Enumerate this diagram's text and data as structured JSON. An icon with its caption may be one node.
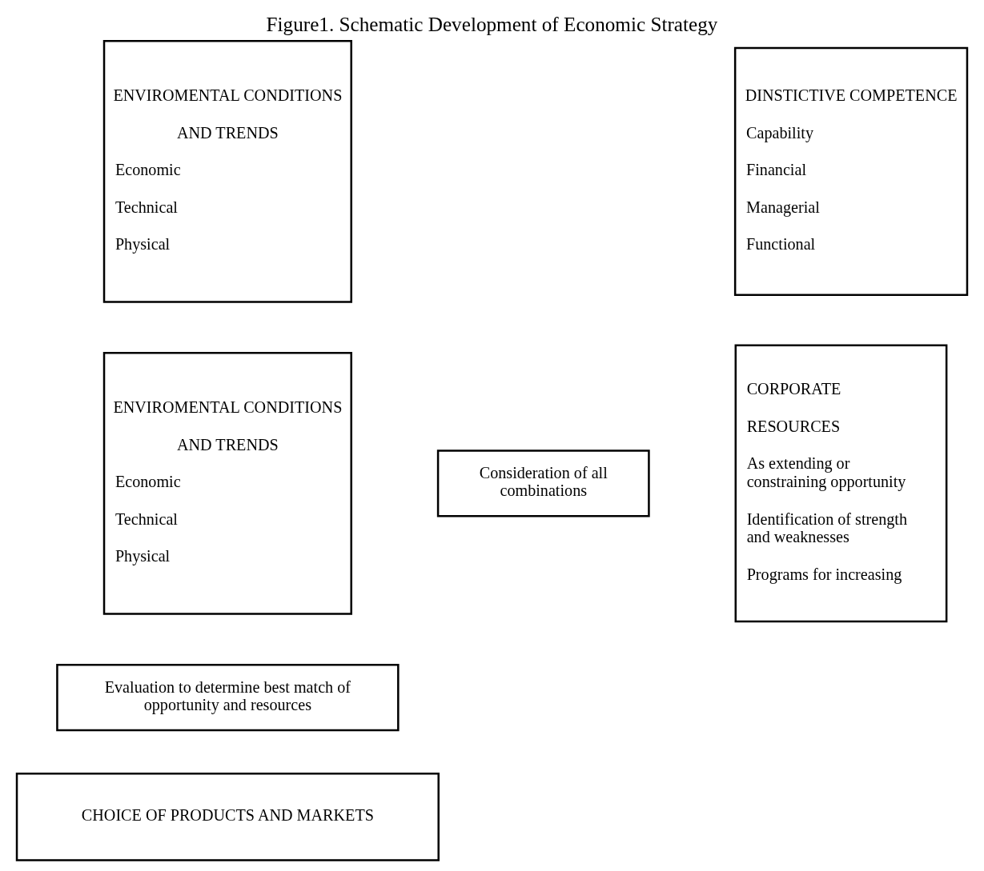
{
  "diagram": {
    "title": "Figure1. Schematic Development of Economic Strategy",
    "nodes": [
      {
        "text": [
          "ENVIROMENTAL CONDITIONS",
          "AND TRENDS",
          "Economic",
          "Technical",
          "Physical"
        ]
      },
      {
        "text": [
          "DINSTICTIVE COMPETENCE",
          "Capability",
          "Financial",
          "Managerial",
          "Functional"
        ]
      },
      {
        "text": [
          "ENVIROMENTAL CONDITIONS",
          "AND TRENDS",
          "Economic",
          "Technical",
          "Physical"
        ]
      },
      {
        "text": [
          "CORPORATE",
          "RESOURCES",
          "As extending or constraining opportunity",
          "Identification of strength and weaknesses",
          "Programs for increasing"
        ]
      },
      {
        "text": [
          "Consideration of all combinations"
        ]
      },
      {
        "text": [
          "Evaluation to determine best match of opportunity and resources"
        ]
      },
      {
        "text": [
          "CHOICE OF PRODUCTS AND MARKETS"
        ]
      }
    ]
  }
}
